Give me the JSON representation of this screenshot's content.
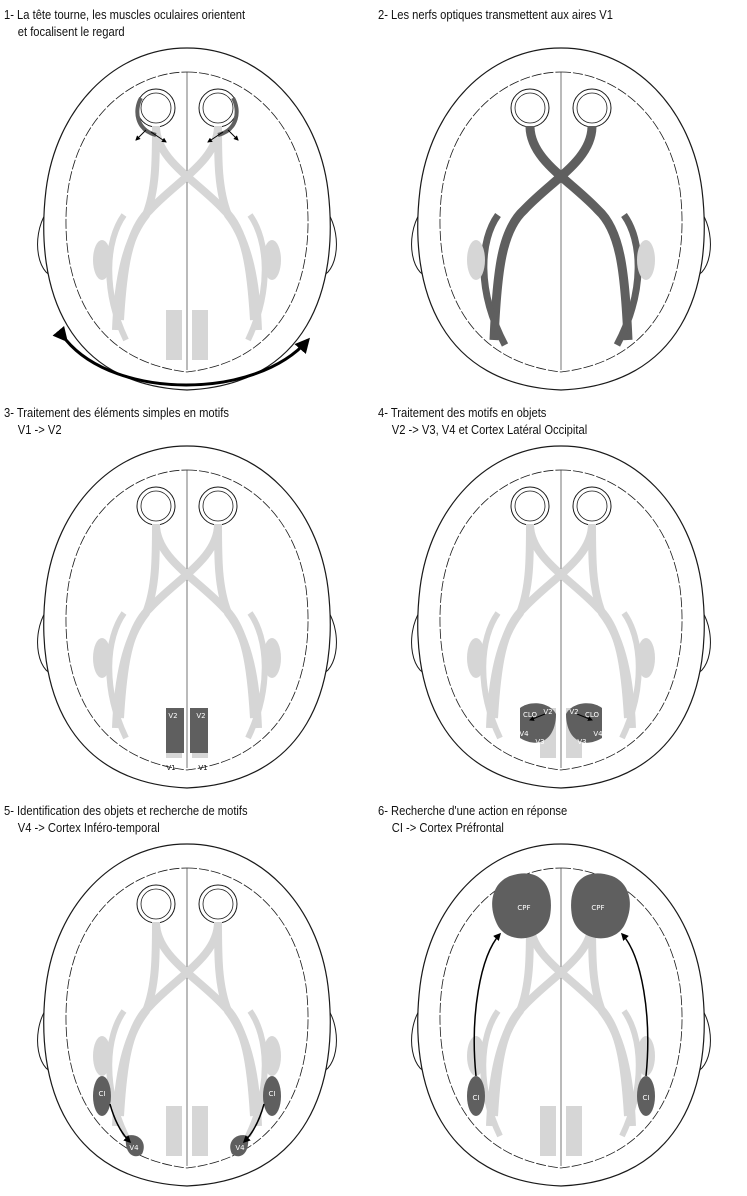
{
  "panels": [
    {
      "caption1": "1- La tête tourne, les muscles oculaires orientent",
      "caption2": "et focalisent le regard"
    },
    {
      "caption1": "2- Les nerfs optiques transmettent aux aires V1",
      "caption2": ""
    },
    {
      "caption1": "3- Traitement des éléments simples en motifs",
      "caption2": "V1 -> V2"
    },
    {
      "caption1": "4- Traitement des motifs en objets",
      "caption2": "V2 -> V3, V4 et Cortex Latéral Occipital"
    },
    {
      "caption1": "5- Identification des objets et recherche de motifs",
      "caption2": "V4 -> Cortex Inféro-temporal"
    },
    {
      "caption1": "6- Recherche d'une action en réponse",
      "caption2": "CI -> Cortex Préfrontal"
    }
  ],
  "labels": {
    "v1": "V1",
    "v2": "V2",
    "v3": "V3",
    "v4": "V4",
    "clo": "CLO",
    "ci": "CI",
    "cpf": "CPF"
  },
  "colors": {
    "highlight": "#5f5f5f",
    "pathway": "#d6d6d6",
    "outline": "#1a1a1a",
    "arrow": "#000000"
  }
}
